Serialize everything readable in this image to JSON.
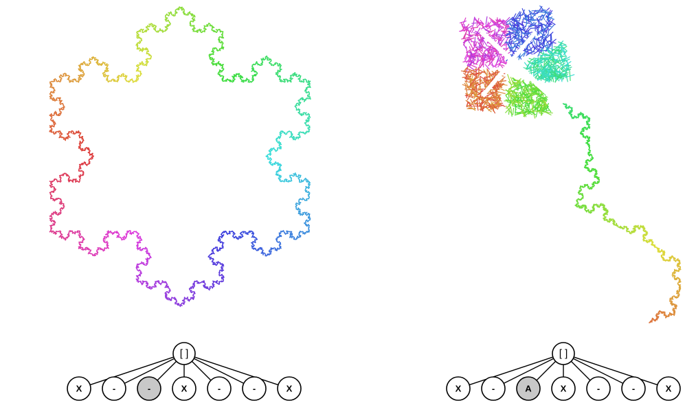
{
  "panels": [
    {
      "id": "snowflake",
      "figure": "koch-snowflake",
      "tree": {
        "root": "[ ]",
        "children": [
          {
            "label": "X",
            "shaded": false
          },
          {
            "label": "-",
            "shaded": false
          },
          {
            "label": "-",
            "shaded": true
          },
          {
            "label": "X",
            "shaded": false
          },
          {
            "label": "-",
            "shaded": false
          },
          {
            "label": "-",
            "shaded": false
          },
          {
            "label": "X",
            "shaded": false
          }
        ]
      }
    },
    {
      "id": "kite",
      "figure": "kite-with-tail",
      "tree": {
        "root": "[ ]",
        "children": [
          {
            "label": "X",
            "shaded": false
          },
          {
            "label": "-",
            "shaded": false
          },
          {
            "label": "A",
            "shaded": true
          },
          {
            "label": "X",
            "shaded": false
          },
          {
            "label": "-",
            "shaded": false
          },
          {
            "label": "-",
            "shaded": false
          },
          {
            "label": "X",
            "shaded": false
          }
        ]
      }
    }
  ],
  "colors": {
    "node_fill": "#ffffff",
    "node_shaded_fill": "#c8c8c8",
    "line": "#000000",
    "background": "#ffffff"
  }
}
